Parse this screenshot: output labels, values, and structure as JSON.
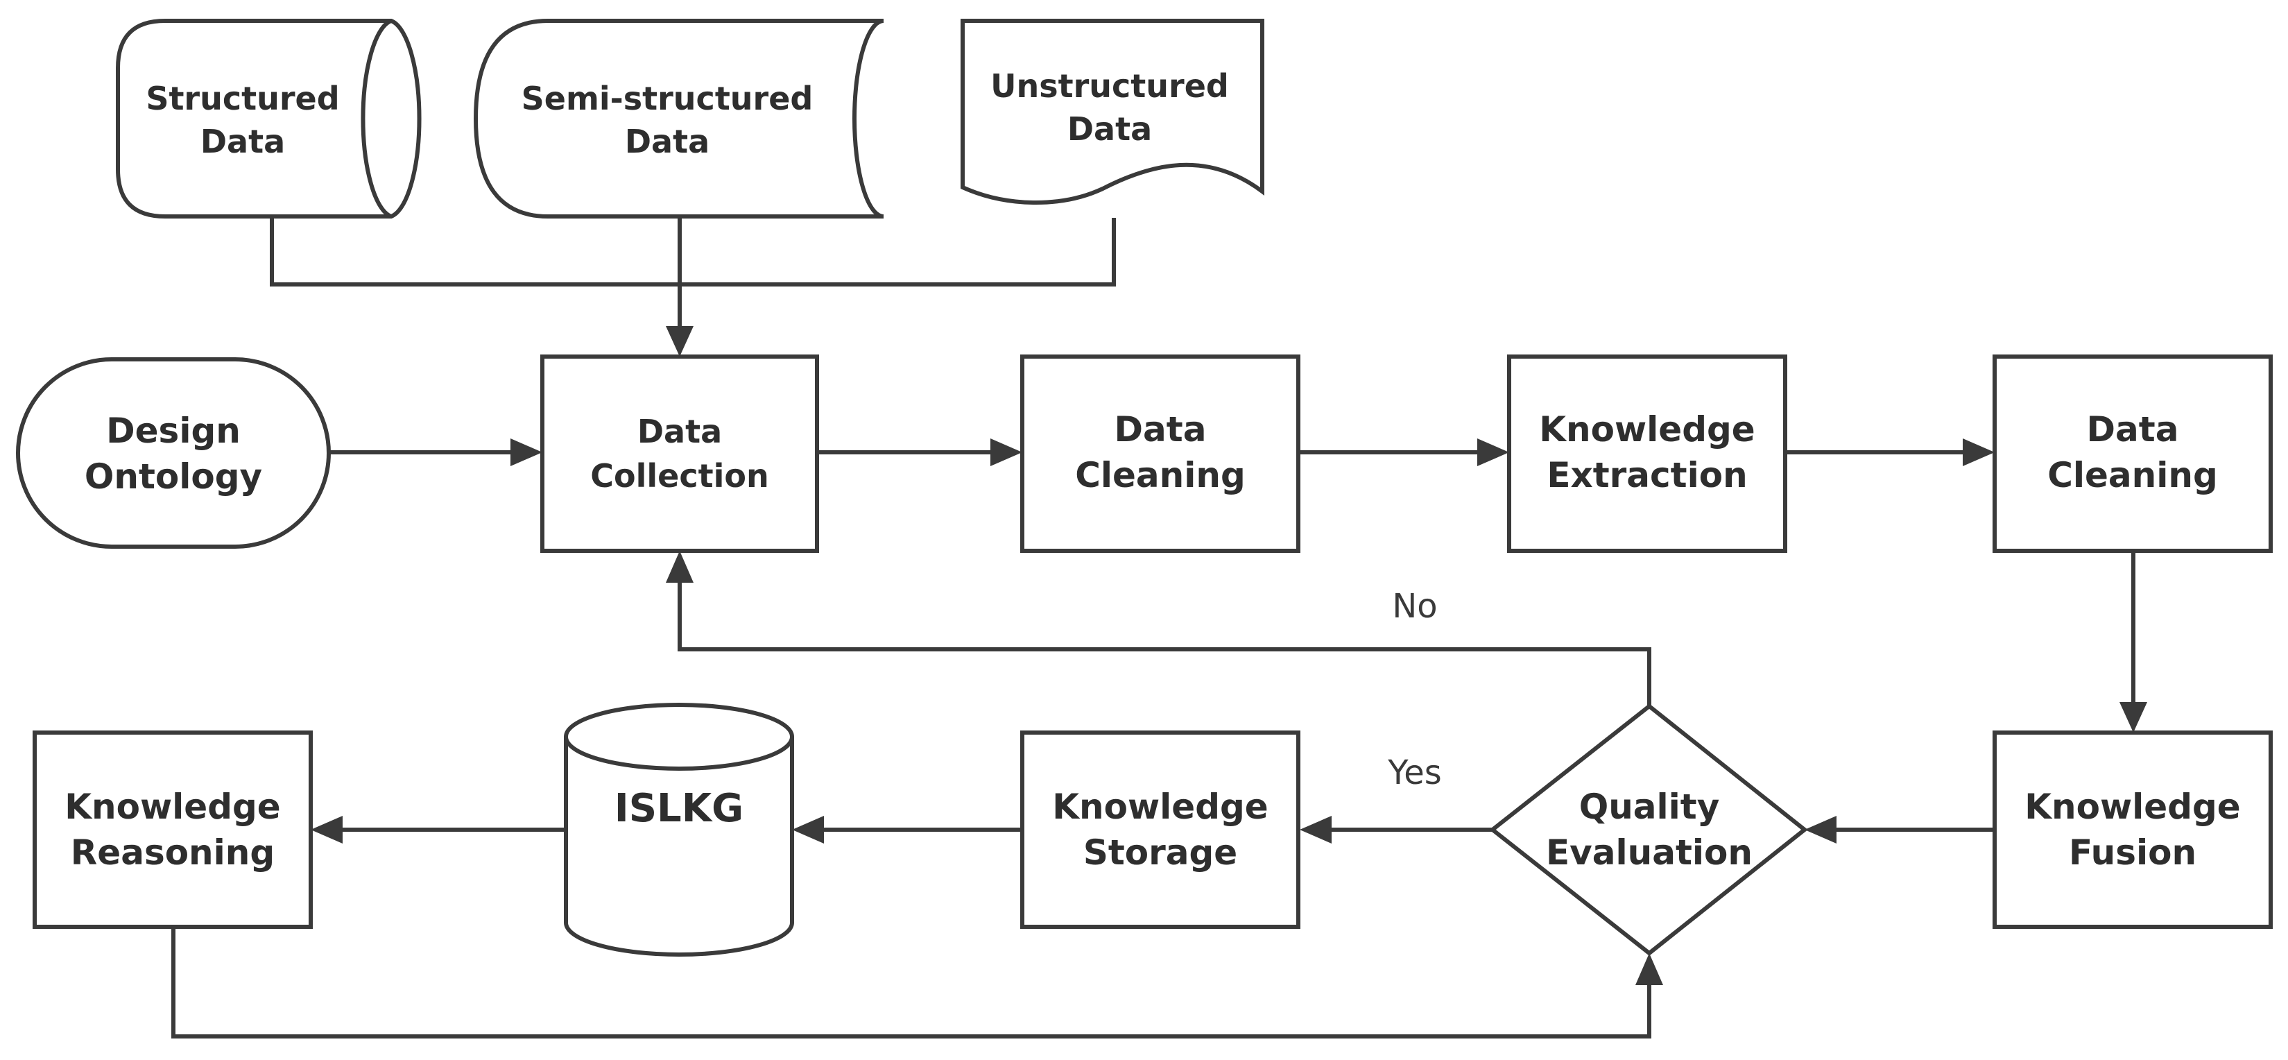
{
  "nodes": {
    "structured_data": {
      "line1": "Structured",
      "line2": "Data"
    },
    "semi_structured_data": {
      "line1": "Semi-structured",
      "line2": "Data"
    },
    "unstructured_data": {
      "line1": "Unstructured",
      "line2": "Data"
    },
    "design_ontology": {
      "line1": "Design",
      "line2": "Ontology"
    },
    "data_collection": {
      "line1": "Data",
      "line2": "Collection"
    },
    "data_cleaning_1": {
      "line1": "Data",
      "line2": "Cleaning"
    },
    "knowledge_extraction": {
      "line1": "Knowledge",
      "line2": "Extraction"
    },
    "data_cleaning_2": {
      "line1": "Data",
      "line2": "Cleaning"
    },
    "knowledge_fusion": {
      "line1": "Knowledge",
      "line2": "Fusion"
    },
    "quality_evaluation": {
      "line1": "Quality",
      "line2": "Evaluation"
    },
    "knowledge_storage": {
      "line1": "Knowledge",
      "line2": "Storage"
    },
    "islkg": {
      "label": "ISLKG"
    },
    "knowledge_reasoning": {
      "line1": "Knowledge",
      "line2": "Reasoning"
    }
  },
  "edges": {
    "no_label": "No",
    "yes_label": "Yes"
  },
  "colors": {
    "stroke": "#3a3a3a",
    "text": "#2e2e2e",
    "background": "#ffffff"
  }
}
